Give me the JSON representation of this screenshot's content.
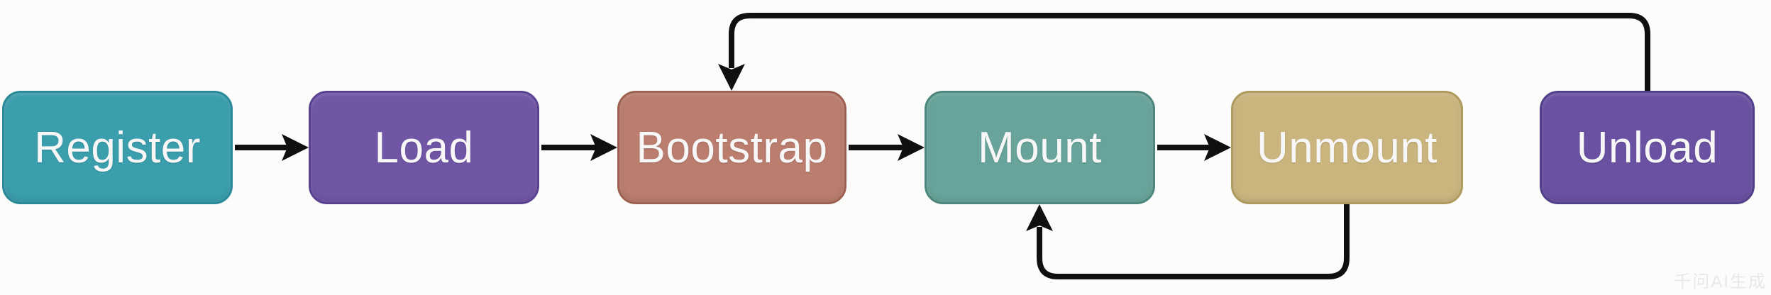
{
  "colors": {
    "background": "#fcfcfb",
    "arrow": "#101010",
    "text": "#f7f7f7"
  },
  "nodes": [
    {
      "id": "register",
      "label": "Register",
      "fill": "#3B9EAD",
      "border": "#2B8A99"
    },
    {
      "id": "load",
      "label": "Load",
      "fill": "#7156A6",
      "border": "#5A4292"
    },
    {
      "id": "bootstrap",
      "label": "Bootstrap",
      "fill": "#BA7D6E",
      "border": "#9E6050"
    },
    {
      "id": "mount",
      "label": "Mount",
      "fill": "#68A49B",
      "border": "#4D867E"
    },
    {
      "id": "unmount",
      "label": "Unmount",
      "fill": "#CAB57E",
      "border": "#AF9A5E"
    },
    {
      "id": "unload",
      "label": "Unload",
      "fill": "#6B51A2",
      "border": "#52408A"
    }
  ],
  "edges": [
    {
      "from": "register",
      "to": "load",
      "route": "straight"
    },
    {
      "from": "load",
      "to": "bootstrap",
      "route": "straight"
    },
    {
      "from": "bootstrap",
      "to": "mount",
      "route": "straight"
    },
    {
      "from": "mount",
      "to": "unmount",
      "route": "straight"
    },
    {
      "from": "unmount",
      "to": "mount",
      "route": "bottom-loop"
    },
    {
      "from": "unload",
      "to": "bootstrap",
      "route": "top-loop"
    }
  ],
  "watermark": "千问AI生成"
}
